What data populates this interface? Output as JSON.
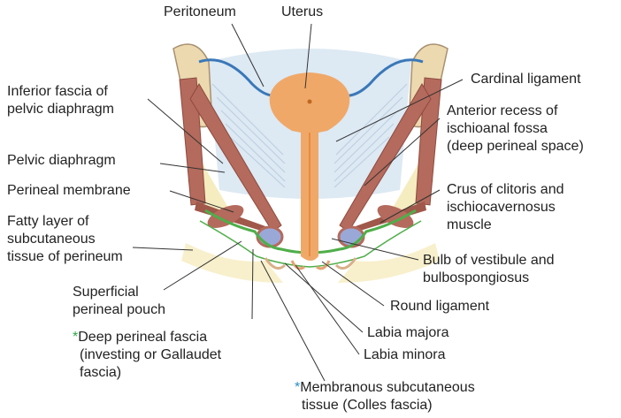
{
  "colors": {
    "muscle": "#b46a5c",
    "muscle_dark": "#8e4a3e",
    "bone": "#ecd9b0",
    "uterus": "#f0a868",
    "peritoneum": "#3a78b8",
    "fascia_green": "#4fae4a",
    "space_blue": "#cfe0ee",
    "fat_yellow": "#f6eec6",
    "leader": "#333333",
    "asterisk_green": "#2aa84a",
    "asterisk_blue": "#2a8ec8"
  },
  "labels": {
    "peritoneum": "Peritoneum",
    "uterus": "Uterus",
    "inferior_fascia": [
      "Inferior fascia of",
      "pelvic diaphragm"
    ],
    "pelvic_diaphragm": "Pelvic diaphragm",
    "perineal_membrane": "Perineal membrane",
    "fatty_layer": [
      "Fatty layer of",
      "subcutaneous",
      "tissue of perineum"
    ],
    "superficial_pouch": [
      "Superficial",
      "perineal pouch"
    ],
    "deep_perineal_fascia": {
      "asterisk": "*",
      "lines": [
        "Deep perineal fascia",
        "(investing or Gallaudet",
        "fascia)"
      ]
    },
    "membranous_tissue": {
      "asterisk": "*",
      "lines": [
        "Membranous subcutaneous",
        "tissue (Colles fascia)"
      ]
    },
    "cardinal_ligament": "Cardinal ligament",
    "anterior_recess": [
      "Anterior recess of",
      "ischioanal fossa",
      "(deep perineal space)"
    ],
    "crus_clitoris": [
      "Crus of clitoris and",
      "ischiocavernosus",
      "muscle"
    ],
    "bulb_vestibule": [
      "Bulb of vestibule and",
      "bulbospongiosus"
    ],
    "round_ligament": "Round ligament",
    "labia_majora": "Labia majora",
    "labia_minora": "Labia minora"
  }
}
